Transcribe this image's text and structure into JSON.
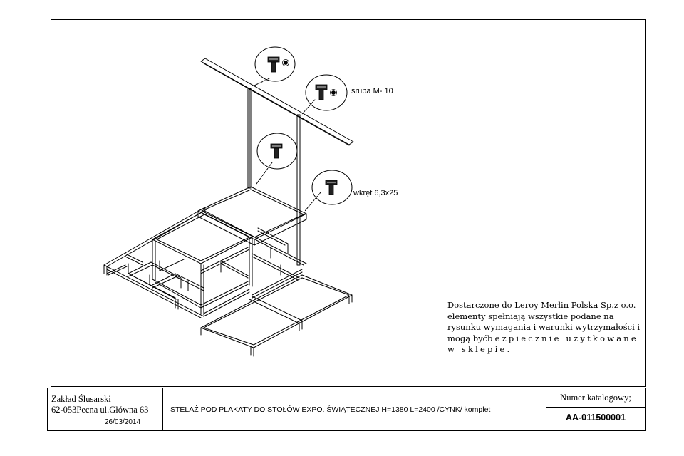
{
  "callouts": {
    "screw_m10": "śruba M- 10",
    "wood_screw": "wkręt 6,3x25"
  },
  "note": {
    "line1": "Dostarczone do Leroy Merlin Polska Sp.z o.o.",
    "line2": "elementy spełniają wszystkie podane na",
    "line3": "rysunku wymagania i warunki wytrzymałości i",
    "line4_start": "mogą być",
    "line4_spaced": "bezpiecznie użytkowane",
    "line5_spaced": "w sklepie."
  },
  "title_block": {
    "company_name": "Zakład Ślusarski",
    "company_address": "62-053Pecna ul.Główna 63",
    "date": "26/03/2014",
    "description": "STELAŻ POD PLAKATY DO STOŁÓW EXPO. ŚWIĄTECZNEJ H=1380 L=2400 /CYNK/ komplet",
    "catalog_label": "Numer katalogowy;",
    "catalog_number": "AA-011500001"
  }
}
